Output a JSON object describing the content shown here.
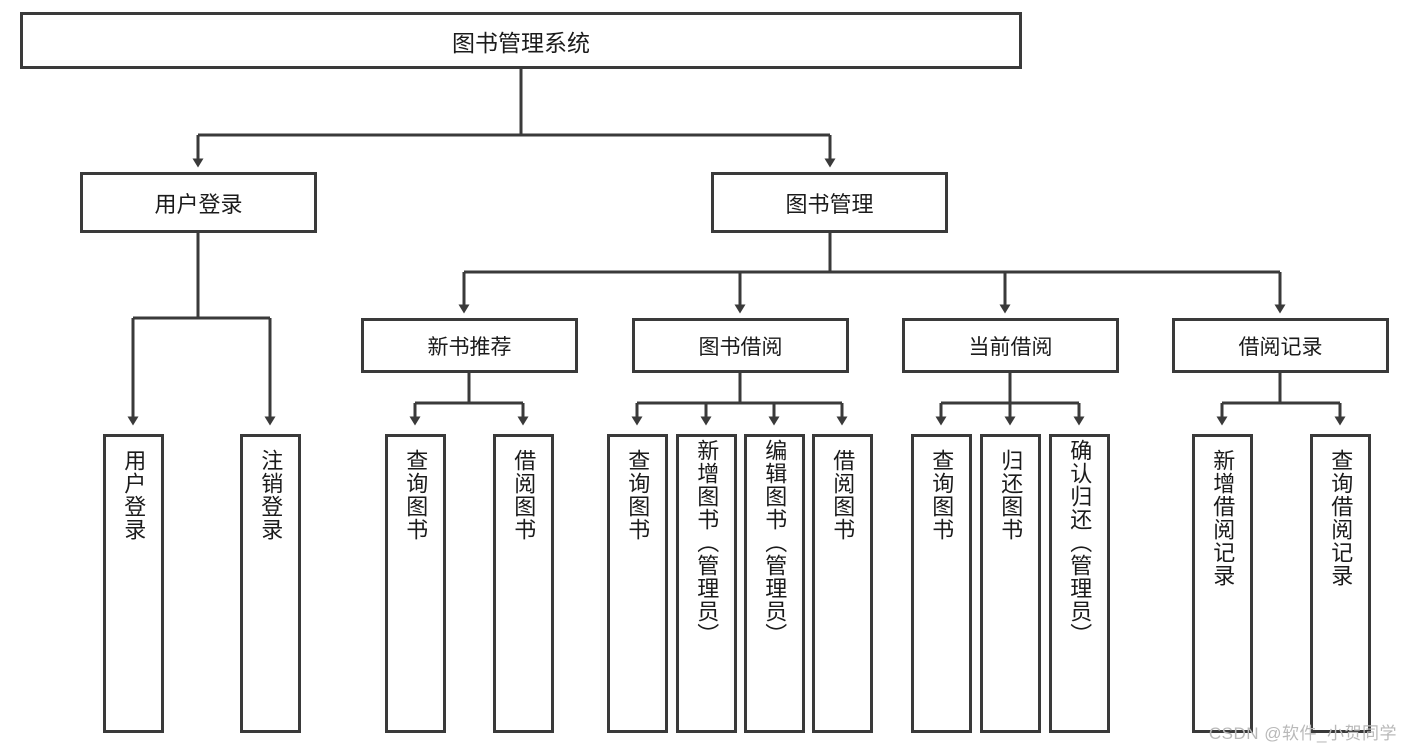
{
  "diagram": {
    "title": "图书管理系统",
    "root": {
      "label": "图书管理系统"
    },
    "level2": [
      {
        "label": "用户登录"
      },
      {
        "label": "图书管理"
      }
    ],
    "level3": [
      {
        "label": "新书推荐"
      },
      {
        "label": "图书借阅"
      },
      {
        "label": "当前借阅"
      },
      {
        "label": "借阅记录"
      }
    ],
    "leaves": [
      {
        "label": "用户登录"
      },
      {
        "label": "注销登录"
      },
      {
        "label": "查询图书"
      },
      {
        "label": "借阅图书"
      },
      {
        "label": "查询图书"
      },
      {
        "label": "新增图书（管理员）"
      },
      {
        "label": "编辑图书（管理员）"
      },
      {
        "label": "借阅图书"
      },
      {
        "label": "查询图书"
      },
      {
        "label": "归还图书"
      },
      {
        "label": "确认归还（管理员）"
      },
      {
        "label": "新增借阅记录"
      },
      {
        "label": "查询借阅记录"
      }
    ],
    "watermark": "CSDN @软件_小贺同学",
    "colors": {
      "border": "#3a3a3a",
      "text": "#1b1b1b",
      "background": "#ffffff",
      "watermark": "#b9b9b9"
    }
  }
}
